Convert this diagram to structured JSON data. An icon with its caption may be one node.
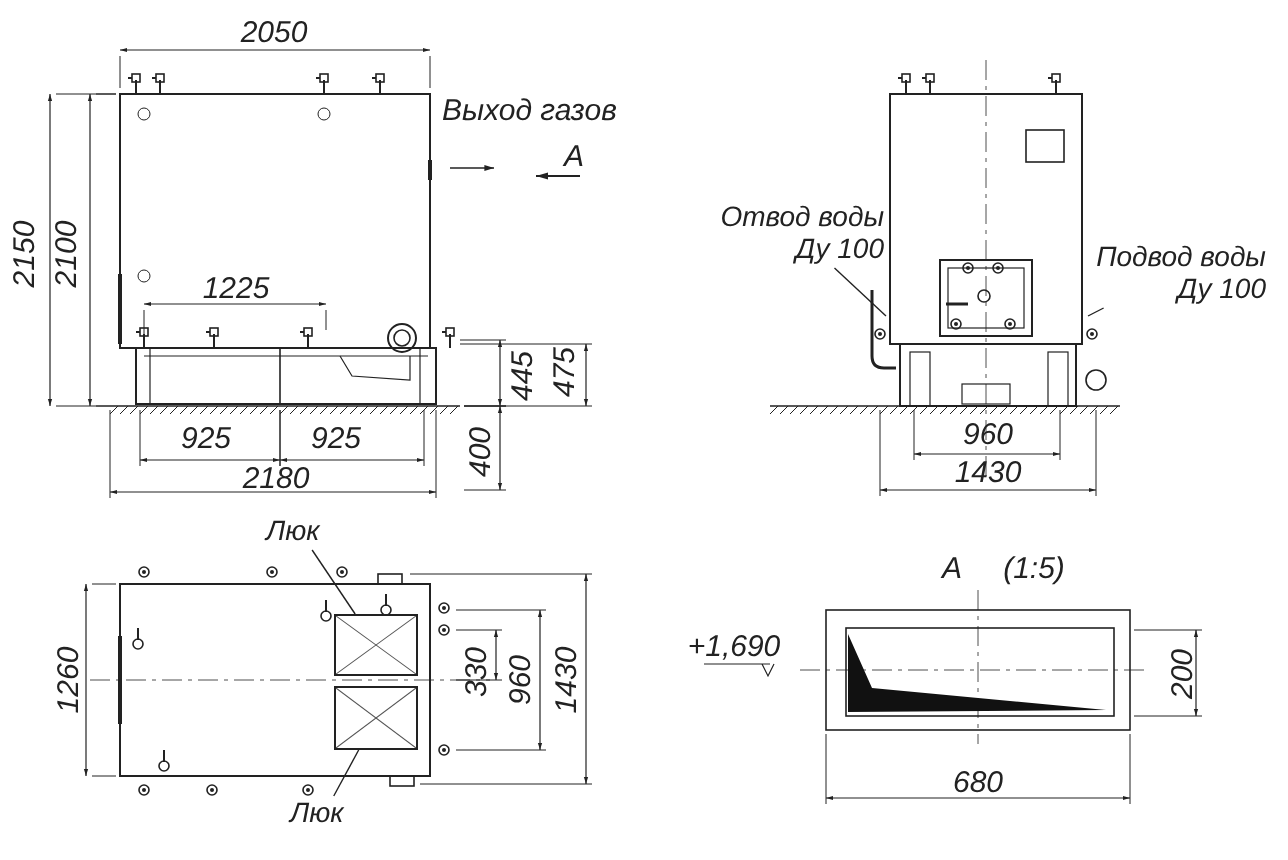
{
  "diagram": {
    "nodes": [
      {
        "text": [
          "Люк"
        ]
      },
      {
        "text": [],
        "shape": "box"
      },
      {
        "text": [],
        "shape": "box"
      },
      {
        "text": [
          "Люк"
        ]
      },
      {
        "text": [
          "Отвод воды Ду 100"
        ]
      },
      {
        "text": [
          "Подвод воды Ду 100"
        ]
      }
    ],
    "edges": [
      {
        "from": 0,
        "to": 1,
        "arrow": "none"
      },
      {
        "from": 3,
        "to": 2,
        "arrow": "none"
      },
      {
        "from": 4,
        "to": null,
        "arrow": "none"
      },
      {
        "from": 5,
        "to": null,
        "arrow": "none"
      }
    ],
    "labels": [
      "2050",
      "Выход газов",
      "A",
      "2150",
      "2100",
      "1225",
      "445",
      "475",
      "925",
      "925",
      "400",
      "2180",
      "960",
      "1430",
      "1260",
      "330",
      "960",
      "1430",
      "A",
      "(1:5)",
      "+1,690",
      "200",
      "680"
    ]
  }
}
